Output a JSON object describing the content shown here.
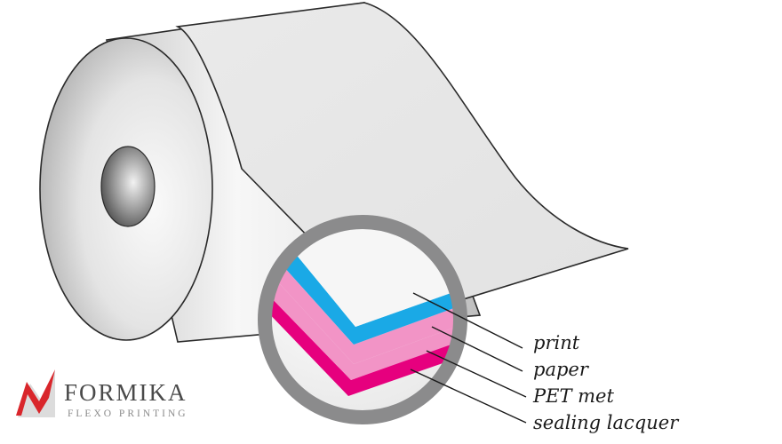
{
  "colors": {
    "print": "#1aa9e6",
    "paper": "#f294c6",
    "pet_met": "#e6007e",
    "ring": "#8b8b8c",
    "brand_red": "#d9262b"
  },
  "layers": [
    {
      "name": "print"
    },
    {
      "name": "paper"
    },
    {
      "name": "PET met"
    },
    {
      "name": "sealing lacquer"
    }
  ],
  "brand": {
    "name": "FORMIKA",
    "tagline": "FLEXO PRINTING",
    "logo_icon": "formika-m-logo-icon"
  }
}
